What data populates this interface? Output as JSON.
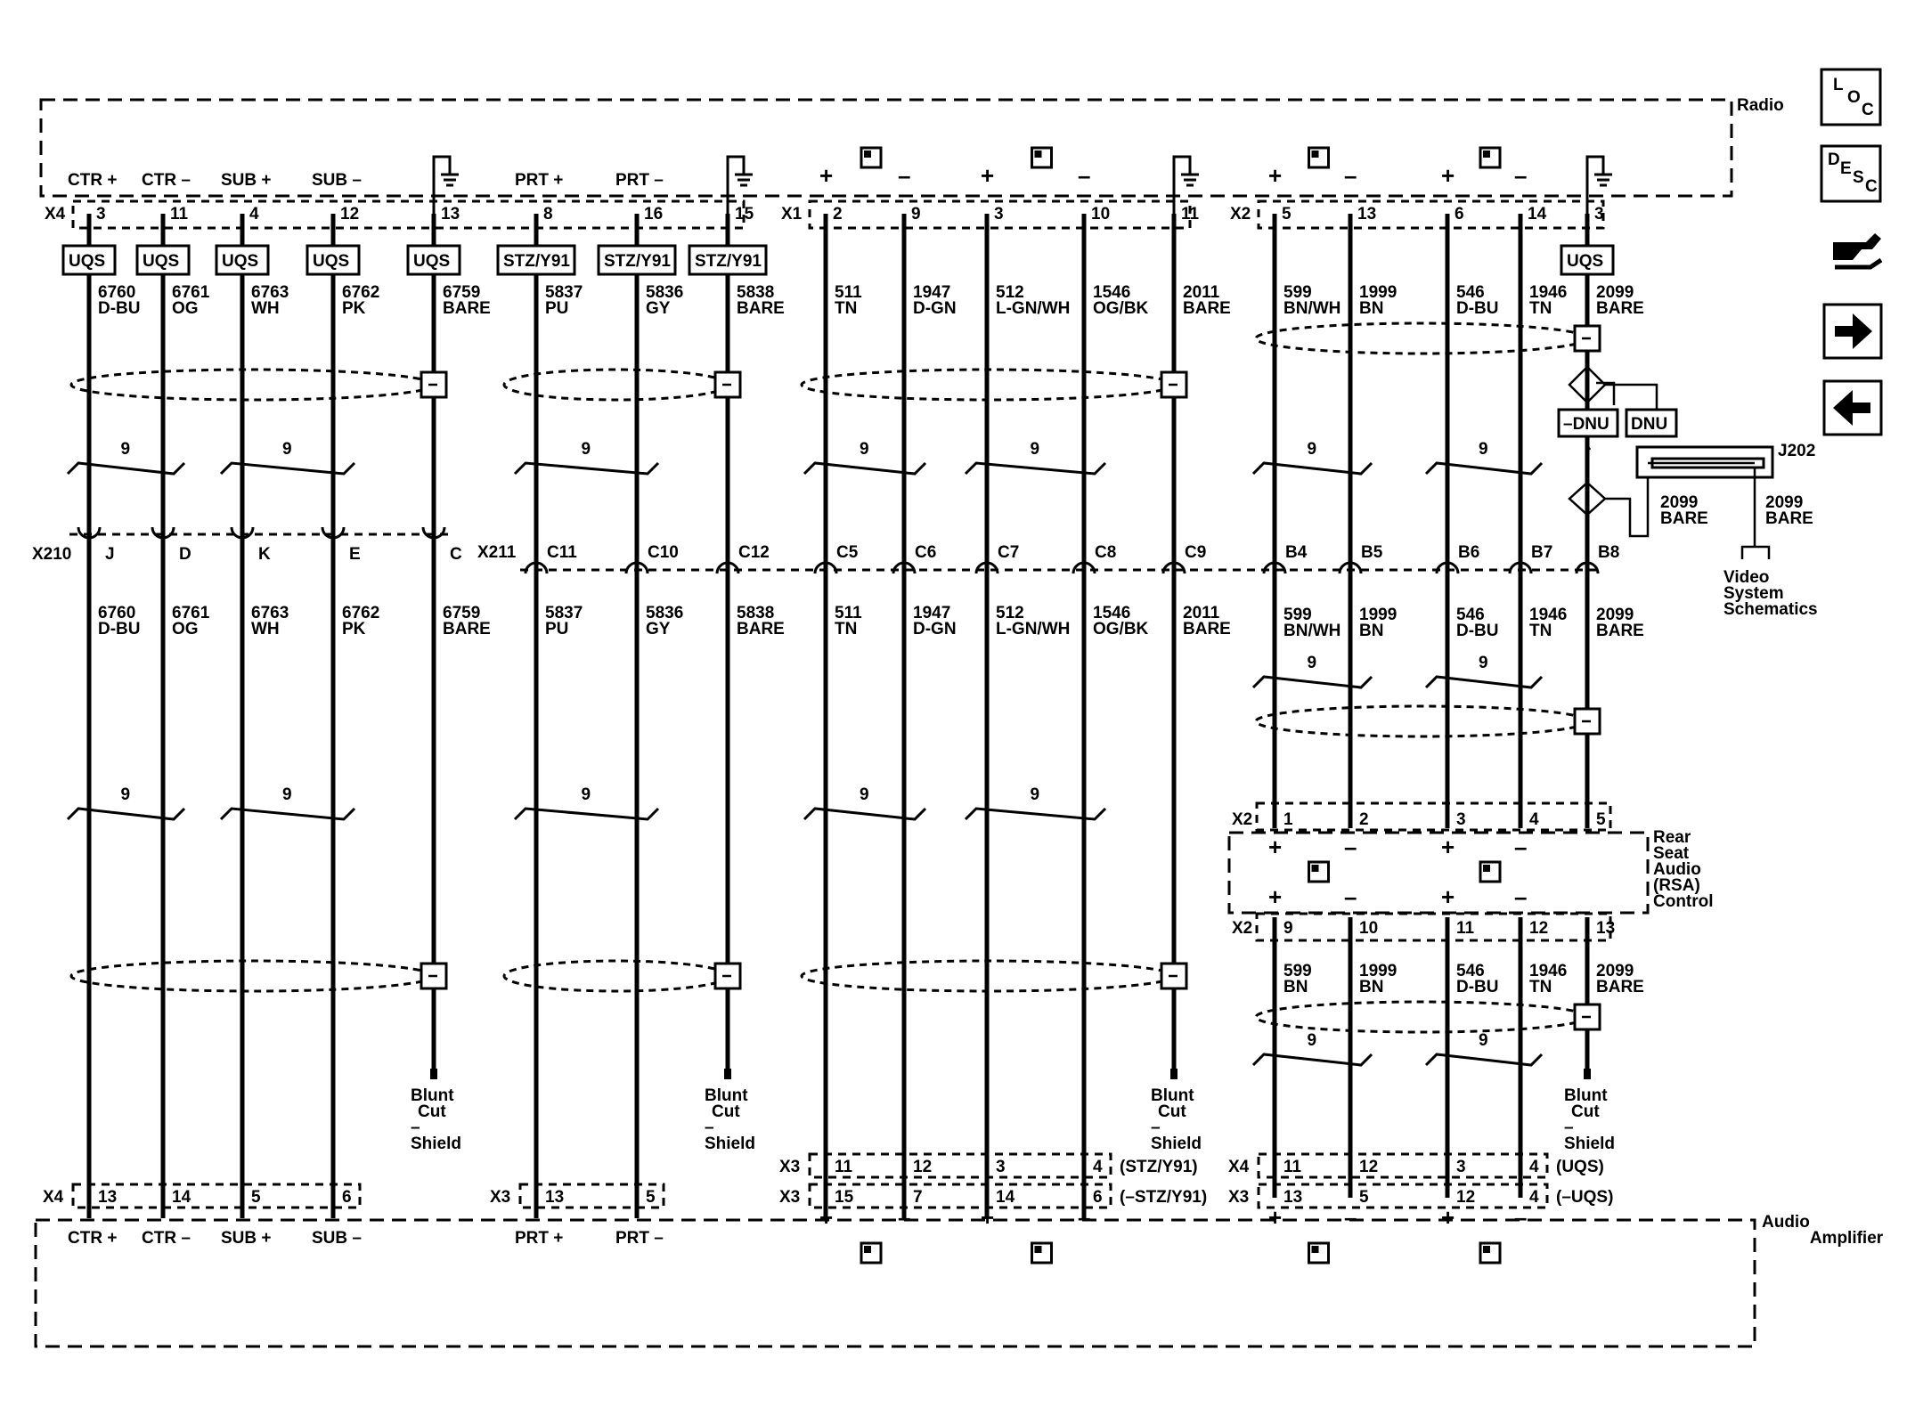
{
  "radio_label": "Radio",
  "amp_label": "Audio Amplifier",
  "rsa_label": "Rear Seat Audio (RSA) Control",
  "video_label": "Video System Schematics",
  "j202_label": "J202",
  "blunt_cut_label": "Blunt Cut – Shield",
  "dnu_label": "DNU",
  "not_dnu_label": "–DNU",
  "twist_label": "9",
  "j202_circuit": "2099",
  "j202_color": "BARE",
  "nav": {
    "loc": "LOC",
    "desc": "DESC"
  },
  "conn_top": [
    {
      "name": "X4",
      "pins": [
        "3",
        "11",
        "4",
        "12",
        "13",
        "8",
        "16",
        "15"
      ]
    },
    {
      "name": "X1",
      "pins": [
        "2",
        "9",
        "3",
        "10",
        "11"
      ]
    },
    {
      "name": "X2",
      "pins": [
        "5",
        "13",
        "6",
        "14",
        "3"
      ]
    }
  ],
  "radio_terms": [
    "CTR +",
    "CTR –",
    "SUB +",
    "SUB –",
    "PRT +",
    "PRT –"
  ],
  "options": [
    "UQS",
    "UQS",
    "UQS",
    "UQS",
    "UQS",
    "STZ/Y91",
    "STZ/Y91",
    "STZ/Y91",
    "UQS"
  ],
  "wires": [
    {
      "circuit": "6760",
      "color": "D-BU"
    },
    {
      "circuit": "6761",
      "color": "OG"
    },
    {
      "circuit": "6763",
      "color": "WH"
    },
    {
      "circuit": "6762",
      "color": "PK"
    },
    {
      "circuit": "6759",
      "color": "BARE"
    },
    {
      "circuit": "5837",
      "color": "PU"
    },
    {
      "circuit": "5836",
      "color": "GY"
    },
    {
      "circuit": "5838",
      "color": "BARE"
    },
    {
      "circuit": "511",
      "color": "TN"
    },
    {
      "circuit": "1947",
      "color": "D-GN"
    },
    {
      "circuit": "512",
      "color": "L-GN/WH"
    },
    {
      "circuit": "1546",
      "color": "OG/BK"
    },
    {
      "circuit": "2011",
      "color": "BARE"
    },
    {
      "circuit": "599",
      "color": "BN/WH"
    },
    {
      "circuit": "1999",
      "color": "BN"
    },
    {
      "circuit": "546",
      "color": "D-BU"
    },
    {
      "circuit": "1946",
      "color": "TN"
    },
    {
      "circuit": "2099",
      "color": "BARE"
    }
  ],
  "inline": [
    {
      "name": "X210",
      "pins": [
        "J",
        "D",
        "K",
        "E",
        "C"
      ]
    },
    {
      "name": "X211",
      "pins": [
        "C11",
        "C10",
        "C12",
        "C5",
        "C6",
        "C7",
        "C8",
        "C9",
        "B4",
        "B5",
        "B6",
        "B7",
        "B8"
      ]
    }
  ],
  "rsa_in": {
    "name": "X2",
    "pins": [
      "1",
      "2",
      "3",
      "4",
      "5"
    ]
  },
  "rsa_out": {
    "name": "X2",
    "pins": [
      "9",
      "10",
      "11",
      "12",
      "13"
    ]
  },
  "rsa_wires": [
    {
      "circuit": "599",
      "color": "BN"
    },
    {
      "circuit": "1999",
      "color": "BN"
    },
    {
      "circuit": "546",
      "color": "D-BU"
    },
    {
      "circuit": "1946",
      "color": "TN"
    },
    {
      "circuit": "2099",
      "color": "BARE"
    }
  ],
  "amp_conns": [
    {
      "name": "X3",
      "pins": [
        "11",
        "12",
        "3",
        "4"
      ],
      "note": "(STZ/Y91)"
    },
    {
      "name": "X3",
      "pins": [
        "15",
        "7",
        "14",
        "6"
      ],
      "note": "(–STZ/Y91)"
    },
    {
      "name": "X4",
      "pins": [
        "11",
        "12",
        "3",
        "4"
      ],
      "note": "(UQS)"
    },
    {
      "name": "X3",
      "pins": [
        "13",
        "5",
        "12",
        "4"
      ],
      "note": "(–UQS)"
    },
    {
      "name": "X4",
      "pins": [
        "13",
        "14",
        "5",
        "6"
      ]
    },
    {
      "name": "X3",
      "pins": [
        "13",
        "5"
      ]
    }
  ]
}
